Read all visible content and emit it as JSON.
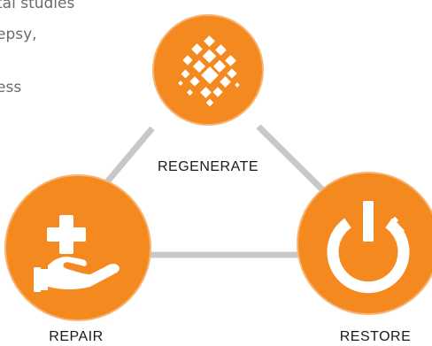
{
  "background_text": {
    "line1": "tal studies",
    "line2": "epsy,",
    "line3": "ess"
  },
  "nodes": {
    "regenerate": {
      "label": "REGENERATE",
      "icon": "mosaic-squares-icon"
    },
    "repair": {
      "label": "REPAIR",
      "icon": "medical-cross-hand-icon"
    },
    "restore": {
      "label": "RESTORE",
      "icon": "power-icon"
    }
  },
  "colors": {
    "node_fill": "#F4891F",
    "node_ring": "#F8B473",
    "connector": "#C8C8C8",
    "icon": "#FFFFFF"
  }
}
